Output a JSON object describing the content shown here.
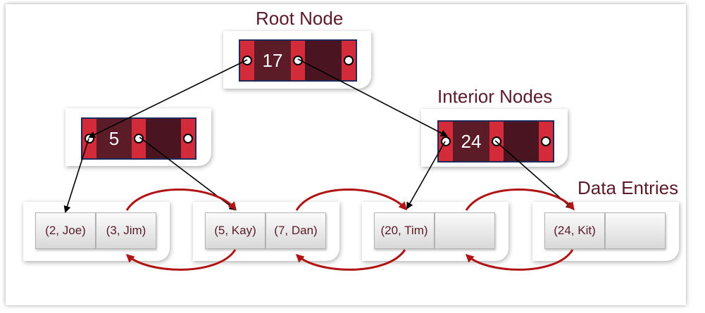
{
  "labels": {
    "root": "Root Node",
    "interior": "Interior Nodes",
    "data": "Data Entries"
  },
  "root_node": {
    "key": "17"
  },
  "interior_left": {
    "key": "5"
  },
  "interior_right": {
    "key": "24"
  },
  "leaves": [
    {
      "entries": [
        "(2, Joe)",
        "(3, Jim)"
      ]
    },
    {
      "entries": [
        "(5, Kay)",
        "(7, Dan)"
      ]
    },
    {
      "entries": [
        "(20, Tim)",
        ""
      ]
    },
    {
      "entries": [
        "(24, Kit)",
        ""
      ]
    }
  ],
  "colors": {
    "heading_text": "#5a1a28",
    "pointer_slot": "#d42b3a",
    "key_slot": "#5b1c27",
    "node_border": "#1c2b59",
    "tree_arrow": "#000000",
    "sibling_link": "#b01414"
  }
}
